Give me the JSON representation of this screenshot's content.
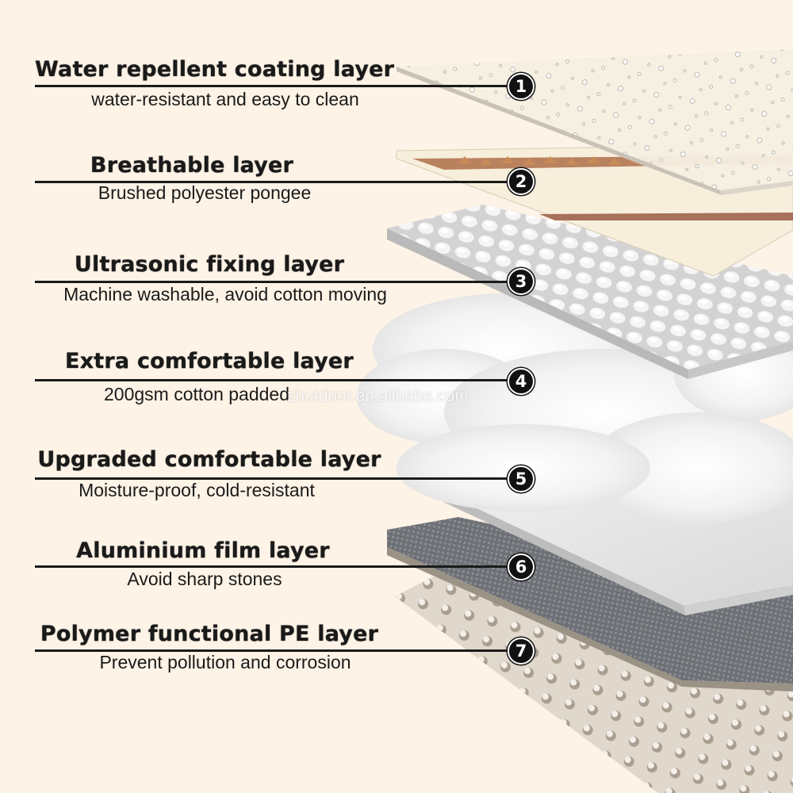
{
  "layers": [
    {
      "number": "1",
      "title": "Water repellent coating layer",
      "description": "water-resistant and easy to clean"
    },
    {
      "number": "2",
      "title": "Breathable layer",
      "description": "Brushed polyester pongee"
    },
    {
      "number": "3",
      "title": "Ultrasonic fixing layer",
      "description": "Machine washable, avoid cotton moving"
    },
    {
      "number": "4",
      "title": "Extra comfortable layer",
      "description": "200gsm cotton padded"
    },
    {
      "number": "5",
      "title": "Upgraded comfortable layer",
      "description": "Moisture-proof, cold-resistant"
    },
    {
      "number": "6",
      "title": "Aluminium film layer",
      "description": "Avoid sharp stones"
    },
    {
      "number": "7",
      "title": "Polymer functional PE layer",
      "description": "Prevent pollution and corrosion"
    }
  ],
  "watermark": "zbutdoor.en.alibaba.com",
  "colors": {
    "background": "#fdf3e6",
    "text": "#1a1a1a",
    "badge": "#111111",
    "pongee_arrow": "#c98a5a",
    "aluminium": "#7a7d82",
    "pe_layer": "#d8cfc2"
  }
}
